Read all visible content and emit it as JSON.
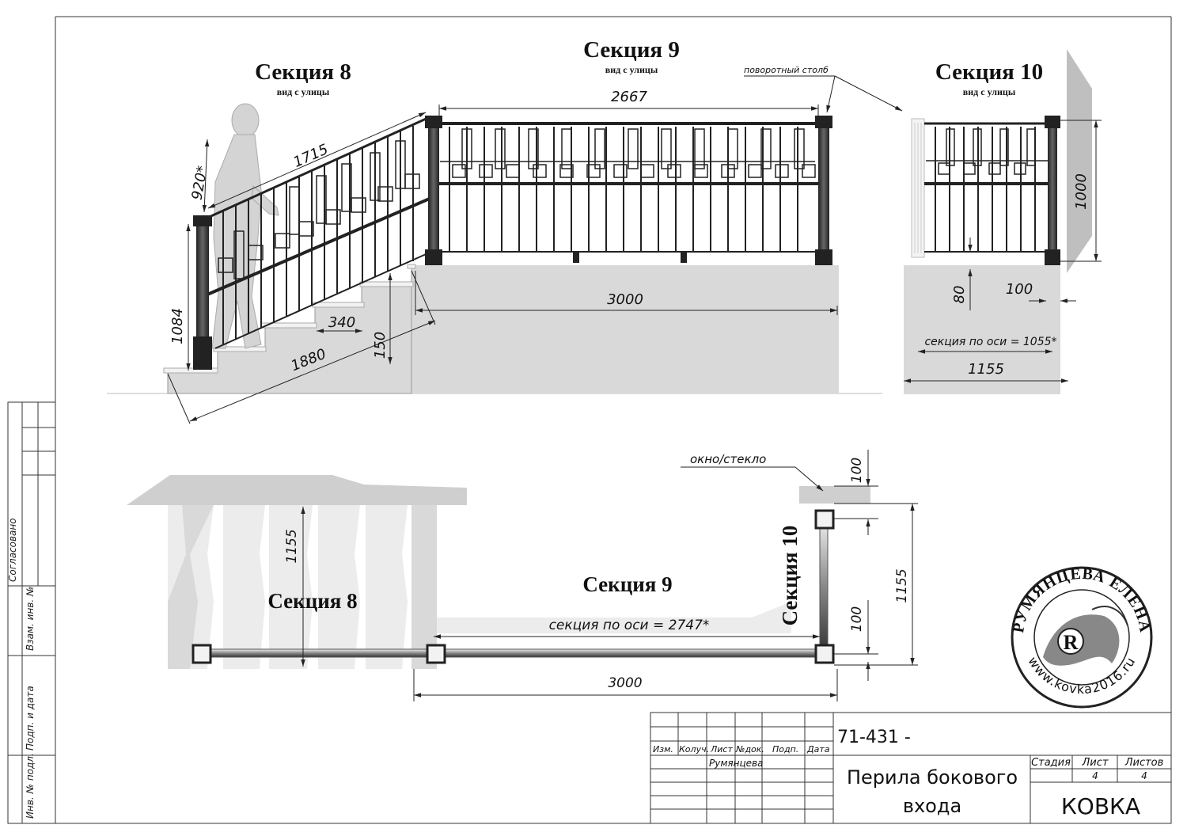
{
  "sections": {
    "s8": {
      "title": "Секция 8",
      "subtitle": "вид с улицы"
    },
    "s9": {
      "title": "Секция 9",
      "subtitle": "вид с улицы"
    },
    "s10": {
      "title": "Секция 10",
      "subtitle": "вид с улицы"
    }
  },
  "plan": {
    "s8": "Секция 8",
    "s9": "Секция 9",
    "s10": "Секция 10",
    "window_label": "окно/стекло",
    "axis_label": "секция по оси = 2747*"
  },
  "labels": {
    "pivot_post": "поворотный столб",
    "axis_s10": "секция по оси = 1055*"
  },
  "dims": {
    "d2667": "2667",
    "d1715": "1715",
    "d920": "920*",
    "d1084": "1084",
    "d3000a": "3000",
    "d340": "340",
    "d150": "150",
    "d1880": "1880",
    "d1000": "1000",
    "d80": "80",
    "d100a": "100",
    "d1155a": "1155",
    "d100b": "100",
    "d100c": "100",
    "d1155b": "1155",
    "d1155c": "1155",
    "d3000b": "3000"
  },
  "side_strip": {
    "agreed": "Согласовано",
    "inv_swap": "Взам. инв. №",
    "sign_date": "Подп. и дата",
    "inv_orig": "Инв. № подл."
  },
  "title_block": {
    "code": "71-431 -",
    "h_izm": "Изм.",
    "h_kol": "Колуч.",
    "h_list": "Лист",
    "h_ndoc": "№док.",
    "h_podp": "Подп.",
    "h_data": "Дата",
    "author": "Румянцева",
    "name_line1": "Перила бокового",
    "name_line2": "входа",
    "h_stage": "Стадия",
    "h_sheet": "Лист",
    "h_sheets": "Листов",
    "sheet_no": "4",
    "sheets_total": "4",
    "org": "КОВКА"
  },
  "stamp": {
    "top_text": "РУМЯНЦЕВА ЕЛЕНА",
    "bottom_text": "www.kovka2016.ru",
    "letter": "R"
  }
}
